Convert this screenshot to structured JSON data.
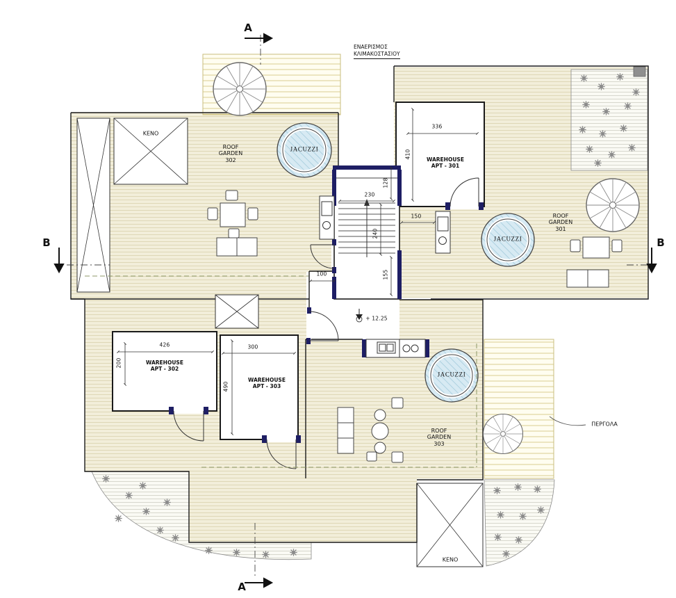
{
  "plan": {
    "section_a_top": "A",
    "section_a_bottom": "A",
    "section_b_left": "B",
    "section_b_right": "B",
    "vent_label_line1": "ΕΝΑΕΡΙΣΜΟΣ",
    "vent_label_line2": "ΚΛΙΜΑΚΟΣΤΑΣΙΟΥ",
    "pergola_label": "ΠΕΡΓΟΛΑ",
    "level_marker": "+ 12.25",
    "keno_top": "KENO",
    "keno_bottom": "KENO"
  },
  "rooms": {
    "roof_garden_302": {
      "line1": "ROOF",
      "line2": "GARDEN",
      "line3": "302"
    },
    "roof_garden_301": {
      "line1": "ROOF",
      "line2": "GARDEN",
      "line3": "301"
    },
    "roof_garden_303": {
      "line1": "ROOF",
      "line2": "GARDEN",
      "line3": "303"
    },
    "warehouse_301": {
      "line1": "WAREHOUSE",
      "line2": "APT - 301"
    },
    "warehouse_302": {
      "line1": "WAREHOUSE",
      "line2": "APT - 302"
    },
    "warehouse_303": {
      "line1": "WAREHOUSE",
      "line2": "APT - 303"
    },
    "jacuzzi_302": "JACUZZI",
    "jacuzzi_301": "JACUZZI",
    "jacuzzi_303": "JACUZZI"
  },
  "dimensions": {
    "dim_336": "336",
    "dim_410": "410",
    "dim_230": "230",
    "dim_128": "128",
    "dim_150": "150",
    "dim_240": "240",
    "dim_100": "100",
    "dim_155": "155",
    "dim_426": "426",
    "dim_200": "200",
    "dim_300": "300",
    "dim_490": "490"
  },
  "colors": {
    "deck": "#f2eeda",
    "deck_line": "#dcd5b2",
    "pergola_slat": "#d9cd8f",
    "wall": "#1a1a1a",
    "accent_wall": "#1e1e64",
    "jacuzzi_water": "#d7eaf3",
    "plant_gray": "#8a8a8a",
    "dashed_green": "#8f9a68"
  }
}
